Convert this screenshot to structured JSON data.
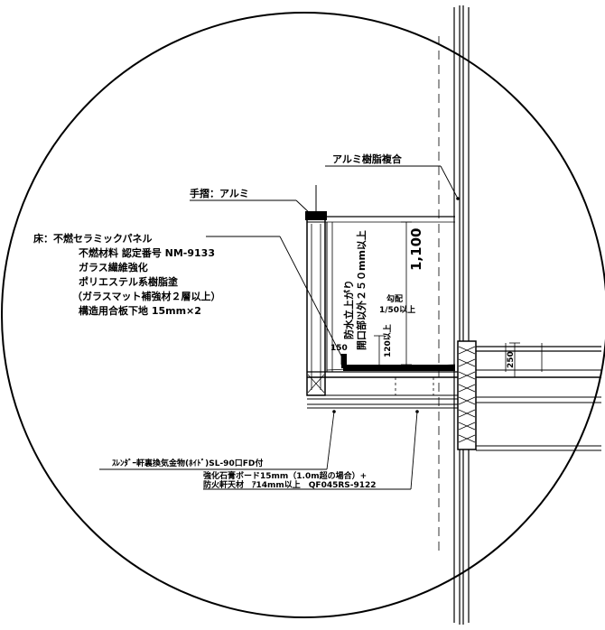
{
  "labels": {
    "aluminum_resin_composite": "アルミ樹脂複合",
    "handrail": "手摺：アルミ",
    "floor_title": "床：不燃セラミックパネル",
    "floor_line2": "不燃材料 認定番号 NM-9133",
    "floor_line3": "ガラス繊維強化",
    "floor_line4": "ポリエステル系樹脂塗",
    "floor_line5": "（ガラスマット補強材２層以上）",
    "floor_line6": "構造用合板下地 15mm×2",
    "waterproof_rise": "防水立上がり",
    "opening_note": "開口部以外２５０mm以上",
    "dim_1100": "1,100",
    "slope": "勾配",
    "slope_ratio": "1/50以上",
    "dim_120": "120以上",
    "dim_150": "150",
    "dim_250": "250",
    "soffit_vent": "ｽﾚﾝﾀﾞｰ軒裏換気金物(ﾎｲﾄﾞ)SL-90口FD付",
    "gypsum_board": "強化石膏ボード15mm（1.0m超の場合）+",
    "fire_soffit": "防火軒天材　ｱ14mm以上　QF045RS-9122"
  }
}
